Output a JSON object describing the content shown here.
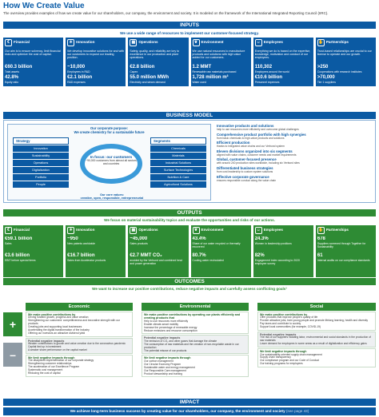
{
  "header": {
    "title": "How We Create Value",
    "subtitle": "The overview provides examples of how we create value for our shareholders, our company, the environment and society. It is modeled on the framework of the International Integrated Reporting Council (IIRC)."
  },
  "inputs": {
    "band": "INPUTS",
    "sub": "We use a wide range of resources to implement our customer-focused strategy.",
    "boxes": [
      {
        "title": "Financial",
        "desc": "Our aim is to ensure solvency, limit financial risks and optimize the cost of capital.",
        "v1": "€60.3 billion",
        "c1": "Total assets",
        "v2": "42.8%",
        "c2": "Equity ratio"
      },
      {
        "title": "Innovation",
        "desc": "We develop innovative solutions for and with our customers to expand our leading position.",
        "v1": "~10,000",
        "c1": "Employees in R&D",
        "v2": "€2.1 billion",
        "c2": "R&D expenses"
      },
      {
        "title": "Operations",
        "desc": "Safety, quality, and reliability are key to excellence in our production and plant operations.",
        "v1": "€2.8 billion",
        "c1": "Capex",
        "v2": "55.0 million MWh",
        "c2": "Electricity and steam demand"
      },
      {
        "title": "Environment",
        "desc": "We use natural resources to manufacture products and solutions with high value added for our customers.",
        "v1": "1.2 MMT",
        "c1": "Renewable raw materials purchased",
        "v2": "1,728 million m³",
        "c2": "Water used"
      },
      {
        "title": "Employees",
        "desc": "Everything we do is based on the expertise, knowledge, motivation and conduct of our employees.",
        "v1": "110,302",
        "c1": "Employees around the world",
        "v2": "€10.6 billion",
        "c2": "Personnel expenses"
      },
      {
        "title": "Partnerships",
        "desc": "Trust-based relationships are crucial to our license to operate and our growth.",
        "v1": ">250",
        "c1": "Cooperations with research institutes",
        "v2": ">70,000",
        "c2": "Tier 1 suppliers"
      }
    ]
  },
  "model": {
    "band": "BUSINESS MODEL",
    "purpose_label": "Our corporate purpose:",
    "purpose": "We create chemistry for a sustainable future",
    "strategy_label": "Strategy",
    "strategy": [
      "Innovation",
      "Sustainability",
      "Operations",
      "Digitalization",
      "Portfolio",
      "People"
    ],
    "focus_title": "In focus: our customers",
    "focus_desc": "~90,000 customers from almost all sectors and countries",
    "segments_label": "Segments",
    "segments": [
      "Chemicals",
      "Materials",
      "Industrial Solutions",
      "Surface Technologies",
      "Nutrition & Care",
      "Agricultural Solutions"
    ],
    "values_label": "Our core values:",
    "values": "creative, open, responsible, entrepreneurial",
    "right": [
      {
        "t": "Innovative products and solutions",
        "d": "help to use resources more efficiently and overcome global challenges"
      },
      {
        "t": "Comprehensive product portfolio with high synergies",
        "d": "from basic chemicals to high-value products and solutions"
      },
      {
        "t": "Efficient production",
        "d": "thanks to integrated value chains and our Verbund system"
      },
      {
        "t": "Eleven divisions organized into six segments",
        "d": "aligned with value chains, customer needs and market requirements"
      },
      {
        "t": "Global, customer-focused presence",
        "d": "with around 240 production sites worldwide, including six Verbund sites"
      },
      {
        "t": "Differentiated business strategies",
        "d": "from cost leadership to custom system solutions"
      },
      {
        "t": "Effective corporate governance",
        "d": "ensures responsible conduct along the value chain"
      }
    ]
  },
  "outputs": {
    "band": "OUTPUTS",
    "sub": "We focus on material sustainability topics and evaluate the opportunities and risks of our actions.",
    "boxes": [
      {
        "title": "Financial",
        "desc": "",
        "v1": "€59.1 billion",
        "c1": "Sales",
        "v2": "€3.6 billion",
        "c2": "EBIT before special items"
      },
      {
        "title": "Innovation",
        "desc": "",
        "v1": "~950",
        "c1": "New patents worldwide",
        "v2": "€16.7 billion",
        "c2": "Sales from Accelerator products"
      },
      {
        "title": "Operations",
        "desc": "",
        "v1": "~45,000",
        "c1": "Sales products",
        "v2": "€2.7 MMT CO₂",
        "c2": "avoided by the Verbund and combined heat and power generation"
      },
      {
        "title": "Environment",
        "desc": "",
        "v1": "43.4%",
        "c1": "Share of our water recycled or thermally recovered",
        "v2": "80.7%",
        "c2": "Cooling water recirculated"
      },
      {
        "title": "Employees",
        "desc": "",
        "v1": "24.3%",
        "c1": "Women in leadership positions",
        "v2": "82%",
        "c2": "Engagement index according to 2020 employee survey"
      },
      {
        "title": "Partnerships",
        "desc": "",
        "v1": "678",
        "c1": "Suppliers screened through Together for Sustainability",
        "v2": "61",
        "c2": "Internal audits on our compliance standards"
      }
    ]
  },
  "outcomes": {
    "band": "OUTCOMES",
    "sub": "We want to increase our positive contributions, reduce negative impacts and carefully assess conflicting goals¹",
    "plus": "+",
    "minus": "–",
    "cols": [
      {
        "h": "Economic",
        "pos_t": "We make positive contributions by",
        "pos": [
          "Driving forward growth, progress and value creation",
          "Strengthening our customers' competitiveness and innovative strength with our products",
          "Creating jobs and supporting local businesses",
          "Accelerating the digital transformation of the industry",
          "Offering our investors an attractive dividend yield"
        ],
        "neg_t": "Potential negative impacts",
        "neg": [
          "Weaker contributions to growth and value creation due to the coronavirus pandemic",
          "Capital tied up in investment",
          "A weaker share performance on the capital market"
        ],
        "red_t": "We limit negative impacts through",
        "red": [
          "The disciplined implementation of our corporate strategy",
          "Strengthening customer relationships",
          "The acceleration of our Excellence Program",
          "Systematic cost management",
          "Reducing the cost of capital"
        ]
      },
      {
        "h": "Environmental",
        "pos_t": "We make positive contributions by operating our plants efficiently and creating products that",
        "pos": [
          "Help to use resources more efficiently",
          "Enable climate-smart mobility",
          "Increase the percentage of renewable energy",
          "Reduce emissions and resource consumption"
        ],
        "neg_t": "Potential negative impacts",
        "neg": [
          "The emission of CO₂ and other gases that damage the climate",
          "The consumption of raw materials and the creation of non-recyclable waste in our production",
          "The potential misuse of our products"
        ],
        "red_t": "We limit negative impacts through",
        "red": [
          "Our carbon management",
          "Our Circular Economy Program",
          "Sustainable water and energy management",
          "Our Responsible Care management",
          "Product stewardship and training"
        ]
      },
      {
        "h": "Social",
        "pos_t": "We make positive contributions by",
        "pos": [
          "Offer products that improve people's quality of life",
          "Provide attractive jobs, train young people and promote lifelong learning, health and diversity",
          "Pay taxes and contribute to society",
          "Support local communities (for example, COVID-19)"
        ],
        "neg_t": "Potential negative impacts",
        "neg": [
          "The risk of our suppliers violating labor, environmental and social standards in the production of raw materials",
          "Lower demand for employees in some areas as a result of digitalization and efficiency gains"
        ],
        "red_t": "We limit negative impacts through",
        "red": [
          "Our sustainability-oriented supply chain management",
          "Supply chain transparency",
          "Our compliance program and our Code of Conduct",
          "Our training programs for employees"
        ]
      }
    ]
  },
  "impact": {
    "band": "IMPACT",
    "text": "We achieve long-term business success by creating value for our shareholders, our company, the environment and society",
    "page": "(see page 43)"
  },
  "colors": {
    "blue": "#0b5aa3",
    "green": "#2e8b34",
    "gray": "#8e9aa4"
  }
}
